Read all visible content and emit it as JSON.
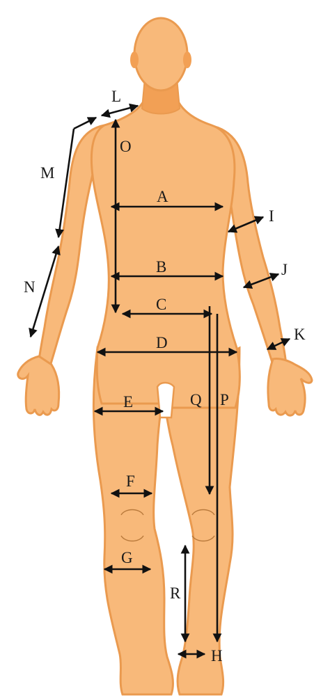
{
  "colors": {
    "skin": "#f8b97a",
    "skin_shadow": "#f2a055",
    "outline": "#ea9a4f",
    "arrow": "#111111"
  },
  "measurement_labels": {
    "A": "A",
    "B": "B",
    "C": "C",
    "D": "D",
    "E": "E",
    "F": "F",
    "G": "G",
    "H": "H",
    "I": "I",
    "J": "J",
    "K": "K",
    "L": "L",
    "M": "M",
    "N": "N",
    "O": "O",
    "P": "P",
    "Q": "Q",
    "R": "R"
  }
}
